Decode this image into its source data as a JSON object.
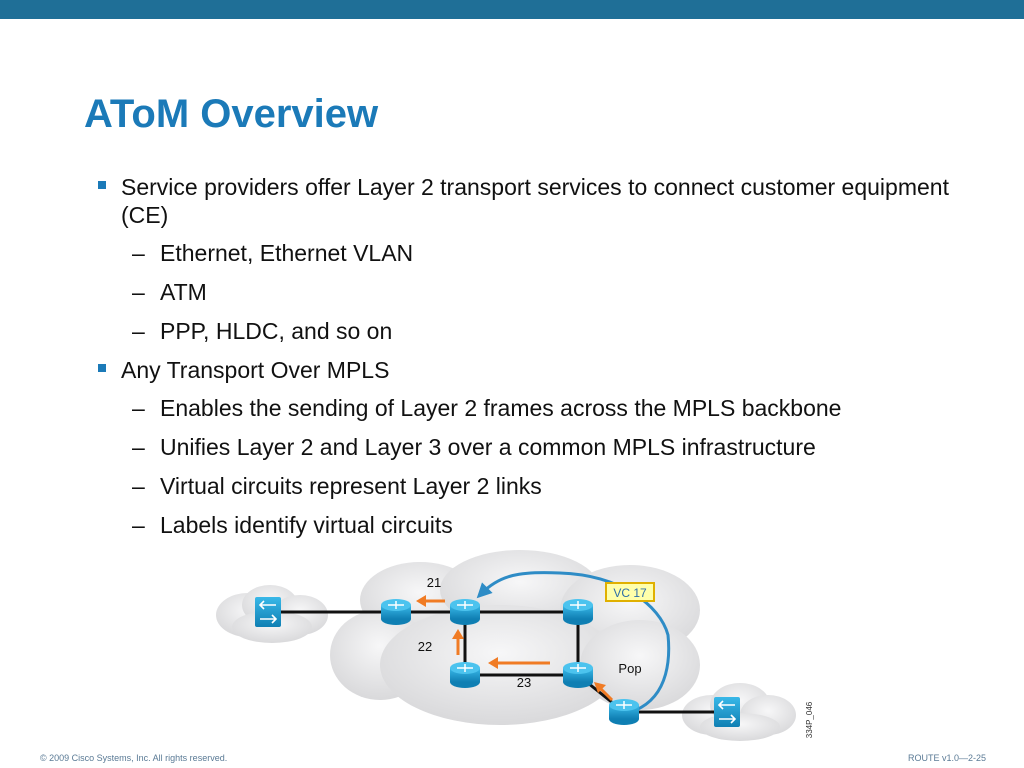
{
  "slide": {
    "title": "AToM Overview",
    "bullet1": {
      "text": "Service providers offer Layer 2 transport services to connect customer equipment (CE)",
      "subs": [
        "Ethernet, Ethernet VLAN",
        "ATM",
        "PPP, HLDC, and so on"
      ]
    },
    "bullet2": {
      "text": "Any Transport Over MPLS",
      "subs": [
        "Enables the sending of Layer 2 frames across the MPLS backbone",
        "Unifies Layer 2 and Layer 3 over a common MPLS infrastructure",
        "Virtual circuits represent Layer 2 links",
        "Labels identify virtual circuits"
      ]
    },
    "dash": "–"
  },
  "diagram": {
    "labels": {
      "l21": "21",
      "l22": "22",
      "l23": "23",
      "pop": "Pop",
      "vc": "VC 17",
      "figure_id": "334P_046"
    },
    "colors": {
      "router": "#1aa3d8",
      "cloud": "#e9e9ea",
      "arrow": "#f07b24",
      "vc_path": "#2e8cc6",
      "vc_box": "#ffffaa",
      "vc_border": "#e0b000"
    },
    "icons": [
      "router-icon",
      "switch-icon",
      "cloud-icon"
    ]
  },
  "footer": {
    "copyright": "© 2009 Cisco Systems, Inc. All rights reserved.",
    "course": "ROUTE v1.0—2-25"
  },
  "theme": {
    "top_bar": "#1f6f97",
    "title_color": "#1b7ab8"
  }
}
